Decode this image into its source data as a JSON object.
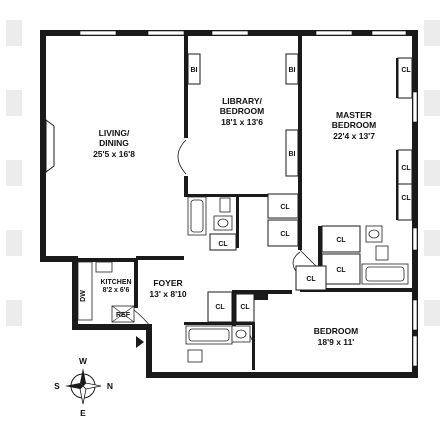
{
  "rooms": {
    "living": {
      "name1": "LIVING/",
      "name2": "DINING",
      "size": "25'5 x 16'8"
    },
    "library": {
      "name1": "LIBRARY/",
      "name2": "BEDROOM",
      "size": "18'1 x 13'6"
    },
    "master": {
      "name1": "MASTER",
      "name2": "BEDROOM",
      "size": "22'4 x 13'7"
    },
    "kitchen": {
      "name": "KITCHEN",
      "size": "8'2 x 6'6"
    },
    "foyer": {
      "name": "FOYER",
      "size": "13' x 8'10"
    },
    "bedroom": {
      "name": "BEDROOM",
      "size": "18'9 x 11'"
    }
  },
  "closets": {
    "cl": "CL",
    "bi": "BI"
  },
  "appliances": {
    "dw": "DW",
    "ref": "REF"
  },
  "compass": {
    "w": "W",
    "e": "E",
    "s": "S",
    "n": "N"
  },
  "colors": {
    "wall": "#1a1a1a",
    "background": "#ffffff",
    "watermark": "#ececec"
  }
}
